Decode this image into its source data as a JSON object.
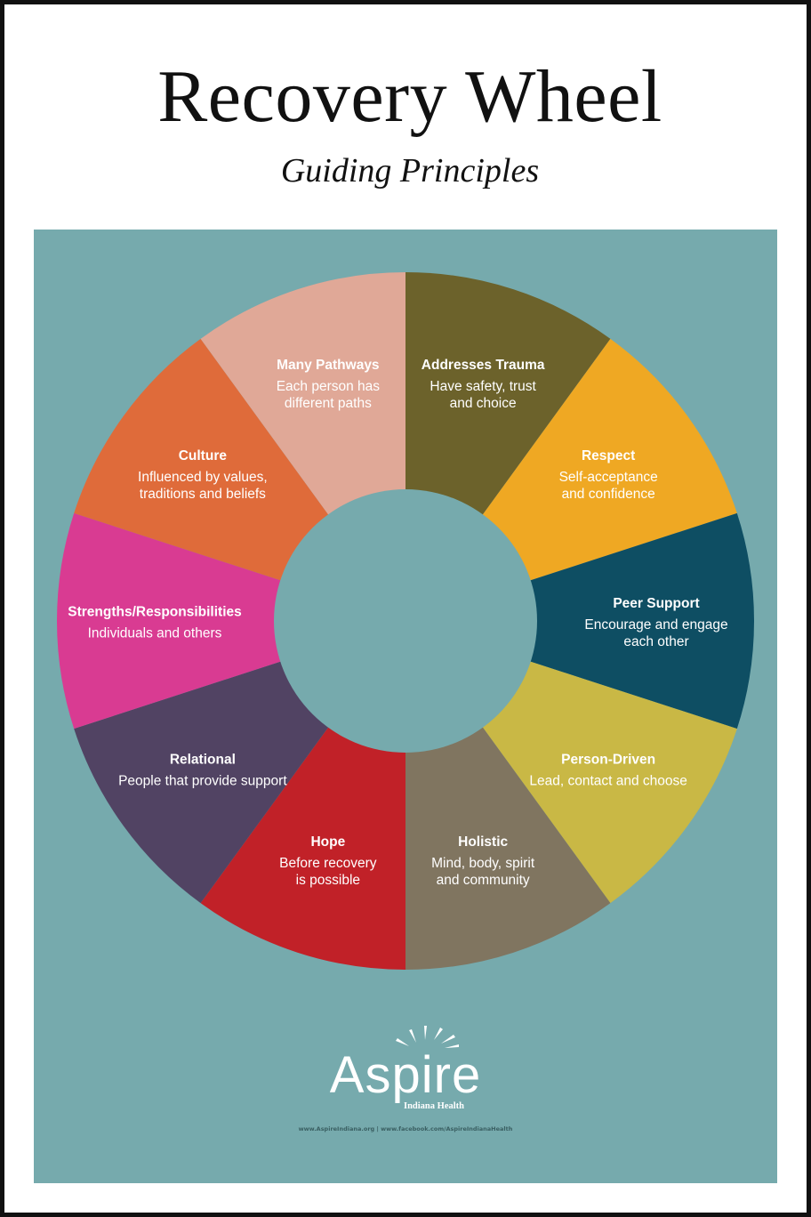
{
  "title": "Recovery Wheel",
  "subtitle": "Guiding Principles",
  "colors": {
    "panel": "#76aaad",
    "hub": "#76aaad",
    "text": "#ffffff"
  },
  "segments": [
    {
      "label": "Addresses Trauma",
      "desc": [
        "Have safety, trust",
        "and choice"
      ],
      "color": "#6c622b"
    },
    {
      "label": "Respect",
      "desc": [
        "Self-acceptance",
        "and confidence"
      ],
      "color": "#efa823"
    },
    {
      "label": "Peer Support",
      "desc": [
        "Encourage and engage",
        "each other"
      ],
      "color": "#0e4e63"
    },
    {
      "label": "Person-Driven",
      "desc": [
        "Lead, contact and choose"
      ],
      "color": "#c9b845"
    },
    {
      "label": "Holistic",
      "desc": [
        "Mind, body, spirit",
        "and community"
      ],
      "color": "#807560"
    },
    {
      "label": "Hope",
      "desc": [
        "Before recovery",
        "is possible"
      ],
      "color": "#c12128"
    },
    {
      "label": "Relational",
      "desc": [
        "People that provide support"
      ],
      "color": "#514363"
    },
    {
      "label": "Strengths/Responsibilities",
      "desc": [
        "Individuals and others"
      ],
      "color": "#d93b92"
    },
    {
      "label": "Culture",
      "desc": [
        "Influenced by values,",
        "traditions and beliefs"
      ],
      "color": "#df6b3a"
    },
    {
      "label": "Many Pathways",
      "desc": [
        "Each person has",
        "different paths"
      ],
      "color": "#e0a897"
    }
  ],
  "logo": {
    "name": "Aspire",
    "subname": "Indiana Health",
    "mark": "sun-rays-icon"
  },
  "footer": {
    "links": "www.AspireIndiana.org  |  www.facebook.com/AspireIndianaHealth"
  }
}
